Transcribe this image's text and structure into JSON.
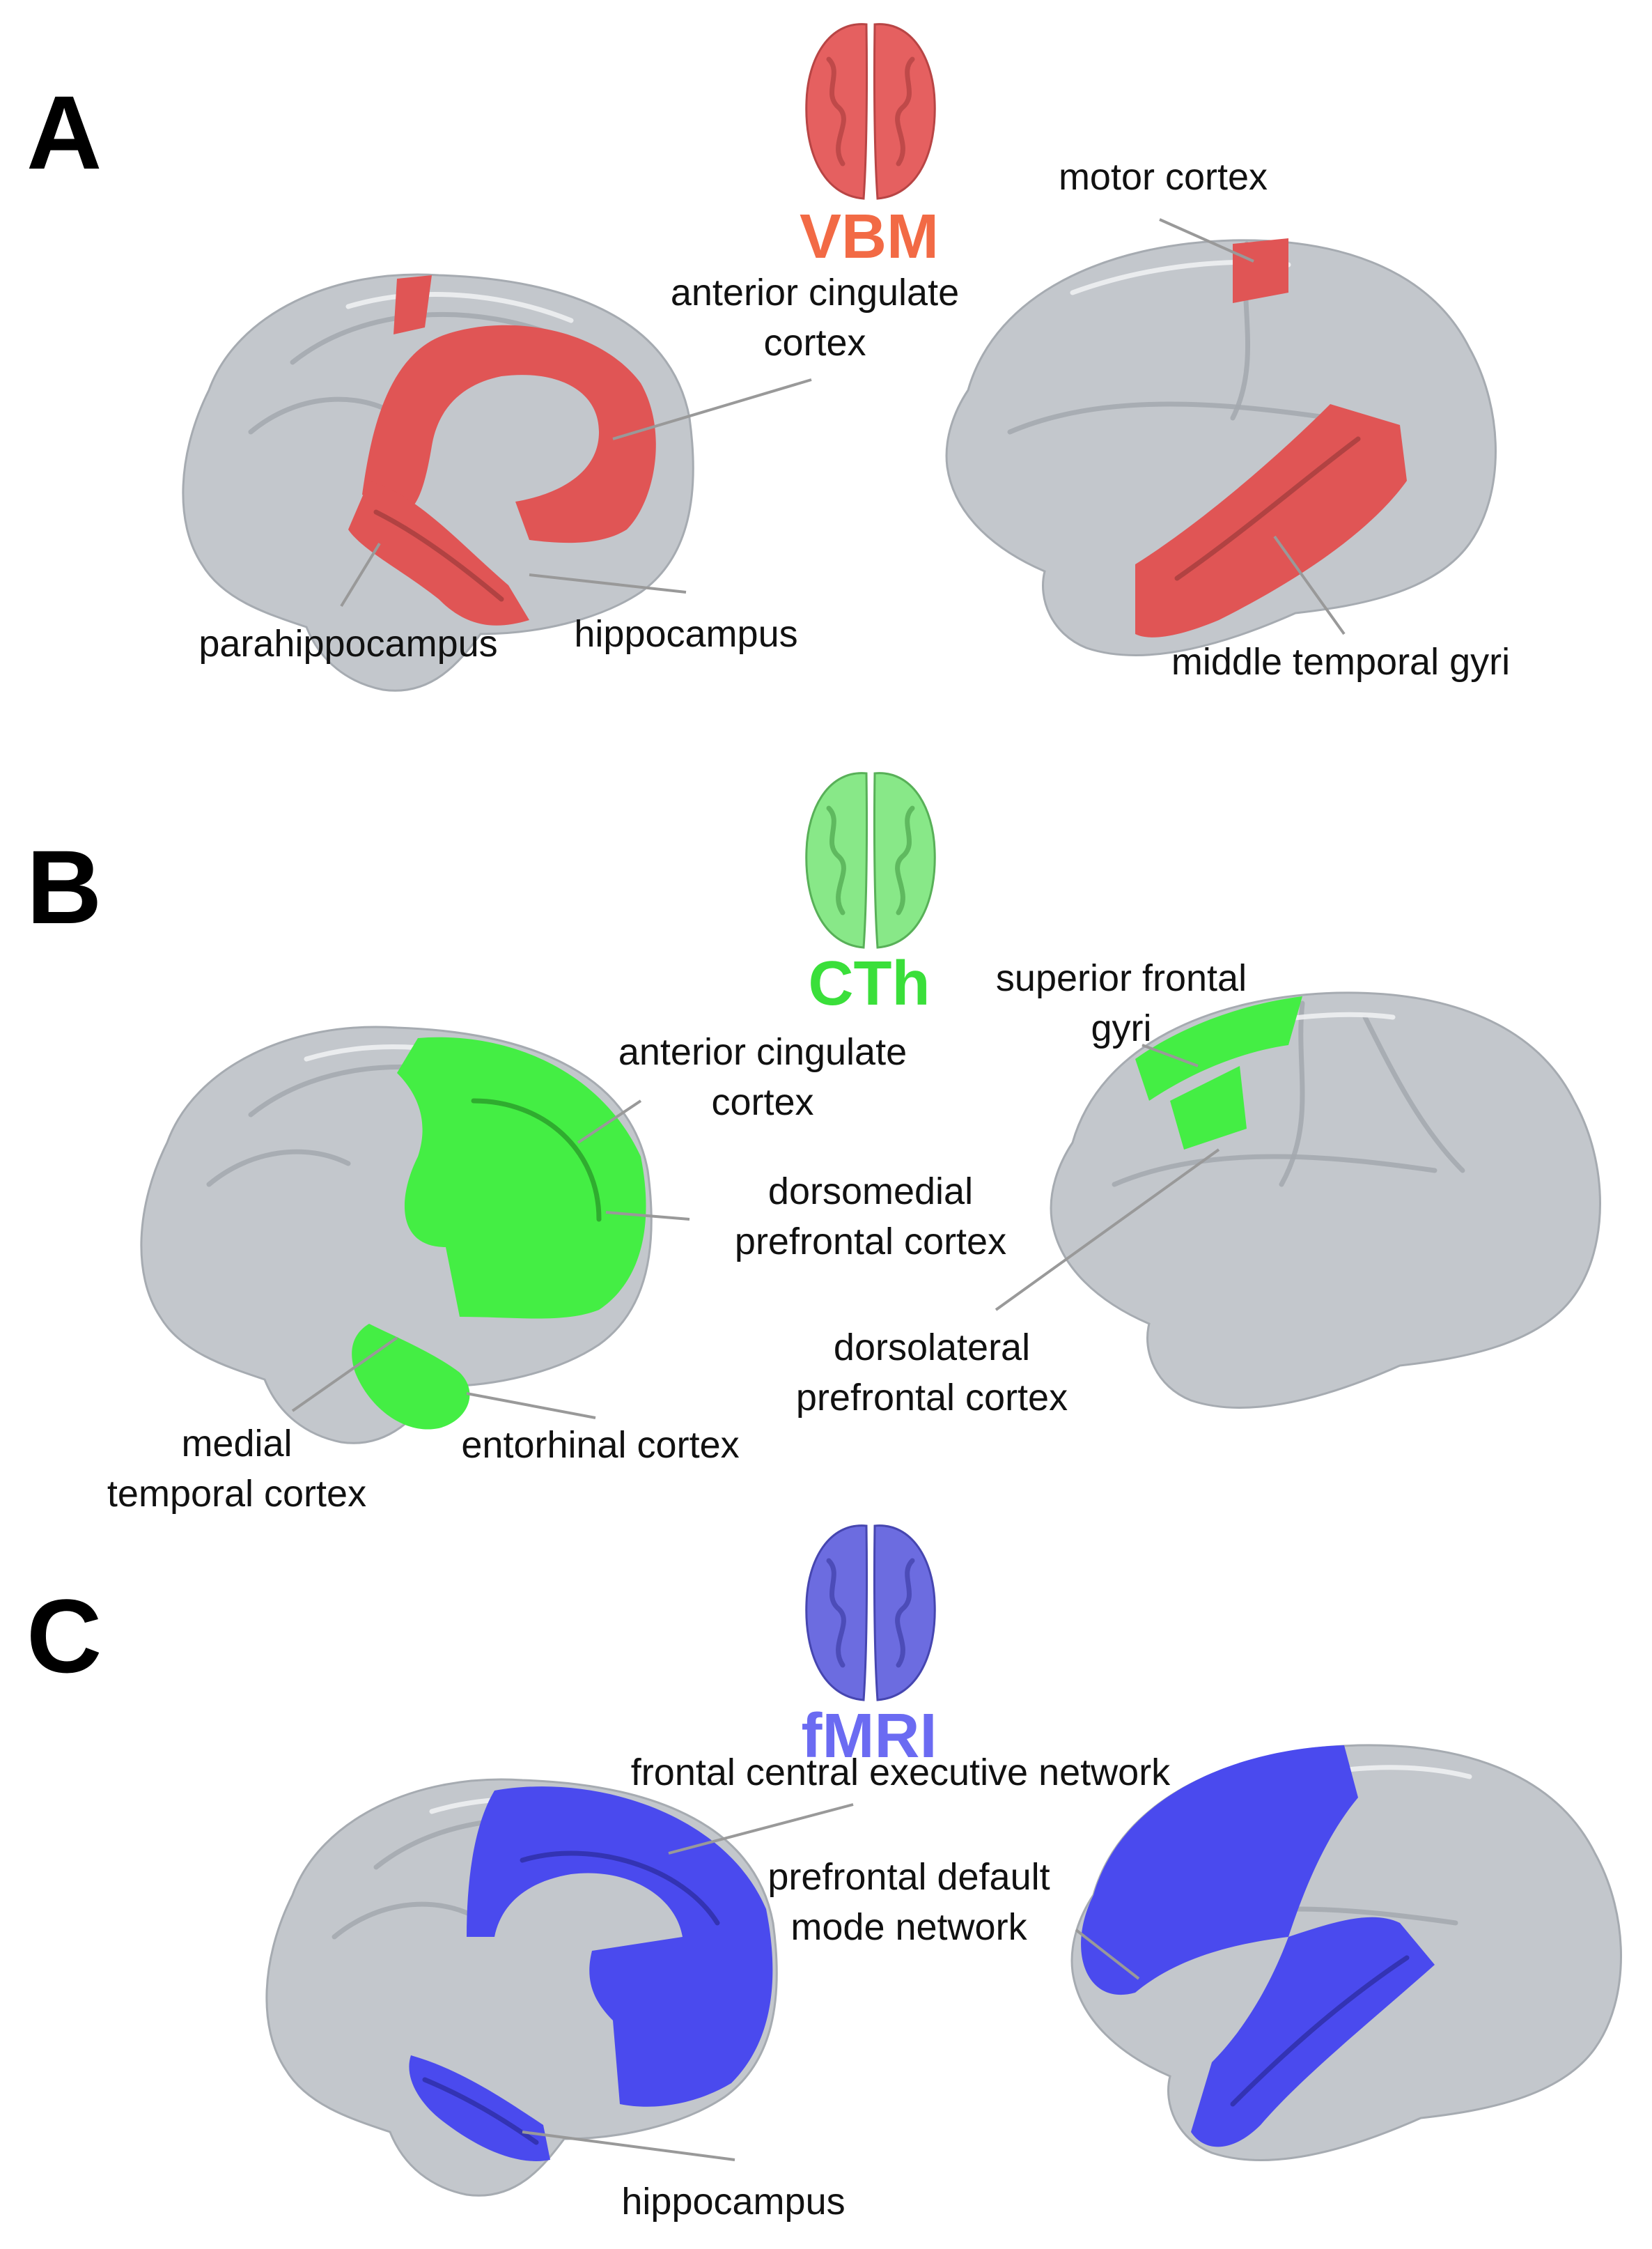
{
  "colors": {
    "vbm": "#e05555",
    "vbm_label": "#f26a45",
    "cth": "#44ee44",
    "cth_label": "#3adf3a",
    "fmri": "#4a4aee",
    "fmri_label": "#6b6bf2",
    "brain_base": "#c3c7cc"
  },
  "panels": [
    {
      "letter": "A",
      "method": "VBM",
      "labels": {
        "anterior_cingulate_1": "anterior cingulate",
        "anterior_cingulate_2": "cortex",
        "motor_cortex": "motor cortex",
        "parahippocampus": "parahippocampus",
        "hippocampus": "hippocampus",
        "middle_temporal": "middle temporal gyri"
      }
    },
    {
      "letter": "B",
      "method": "CTh",
      "labels": {
        "superior_frontal_1": "superior frontal",
        "superior_frontal_2": "gyri",
        "anterior_cingulate_1": "anterior cingulate",
        "anterior_cingulate_2": "cortex",
        "dorsomedial_1": "dorsomedial",
        "dorsomedial_2": "prefrontal cortex",
        "dorsolateral_1": "dorsolateral",
        "dorsolateral_2": "prefrontal cortex",
        "medial_temporal_1": "medial",
        "medial_temporal_2": "temporal cortex",
        "entorhinal": "entorhinal cortex"
      }
    },
    {
      "letter": "C",
      "method": "fMRI",
      "labels": {
        "frontal_cen": "frontal central executive network",
        "prefrontal_dmn_1": "prefrontal default",
        "prefrontal_dmn_2": "mode network",
        "hippocampus": "hippocampus"
      }
    }
  ]
}
